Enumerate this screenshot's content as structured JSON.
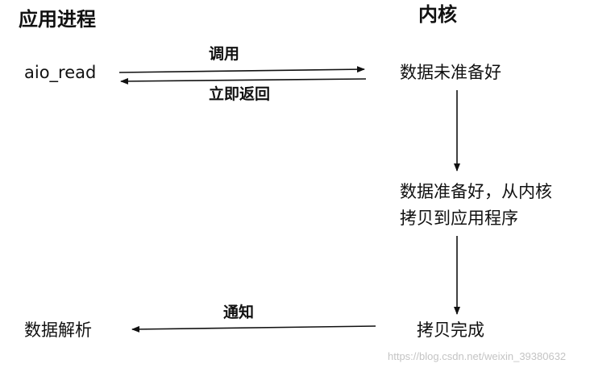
{
  "headers": {
    "process": "应用进程",
    "kernel": "内核"
  },
  "process_steps": {
    "call": "aio_read",
    "parse": "数据解析"
  },
  "kernel_steps": {
    "not_ready": "数据未准备好",
    "ready_line1": "数据准备好，从内核",
    "ready_line2": "拷贝到应用程序",
    "copy_done": "拷贝完成"
  },
  "arrow_labels": {
    "call": "调用",
    "return": "立即返回",
    "notify": "通知"
  },
  "watermark": "https://blog.csdn.net/weixin_39380632"
}
